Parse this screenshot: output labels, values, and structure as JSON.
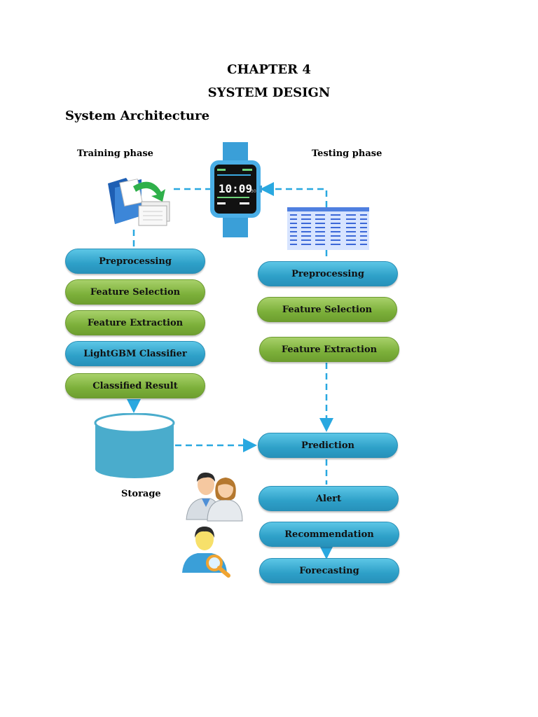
{
  "header": {
    "chapter": "CHAPTER 4",
    "title": "SYSTEM DESIGN",
    "section": "System Architecture"
  },
  "phases": {
    "training": "Training phase",
    "testing": "Testing phase"
  },
  "watch": {
    "time": "10:09",
    "seconds": "30"
  },
  "training_steps": [
    {
      "label": "Preprocessing",
      "color": "blue"
    },
    {
      "label": "Feature Selection",
      "color": "green"
    },
    {
      "label": "Feature Extraction",
      "color": "green"
    },
    {
      "label": "LightGBM Classifier",
      "color": "blue"
    },
    {
      "label": "Classified Result",
      "color": "green"
    }
  ],
  "testing_steps": [
    {
      "label": "Preprocessing",
      "color": "blue"
    },
    {
      "label": "Feature Selection",
      "color": "green"
    },
    {
      "label": "Feature Extraction",
      "color": "green"
    }
  ],
  "output_steps": [
    {
      "label": "Prediction",
      "color": "blue"
    },
    {
      "label": "Alert",
      "color": "blue"
    },
    {
      "label": "Recommendation",
      "color": "blue"
    },
    {
      "label": "Forecasting",
      "color": "blue"
    }
  ],
  "storage": {
    "label": "Storage"
  },
  "colors": {
    "accent_blue": "#2ea0c8",
    "accent_green": "#7cb03a",
    "connector": "#29a8e0"
  }
}
